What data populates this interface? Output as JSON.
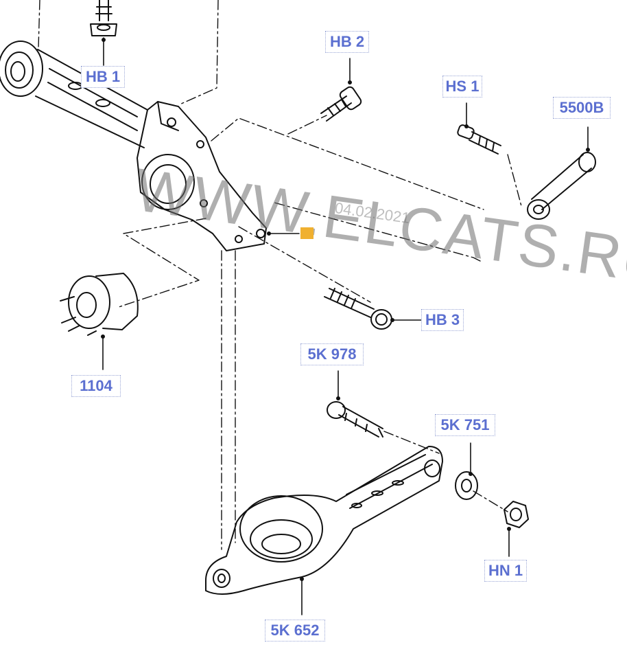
{
  "diagram": {
    "watermark": "WWW.ELCATS.RU",
    "watermark_date": "04.02.2021",
    "marker_color": "#f0b030",
    "callout_color": "#5b6fd0",
    "callouts": {
      "hb1": "HB 1",
      "hb2": "HB 2",
      "hs1": "HS 1",
      "p5500b": "5500B",
      "hb3": "HB 3",
      "p1104": "1104",
      "p5k978": "5K 978",
      "p5k751": "5K 751",
      "hn1": "HN 1",
      "p5k652": "5K 652"
    }
  }
}
